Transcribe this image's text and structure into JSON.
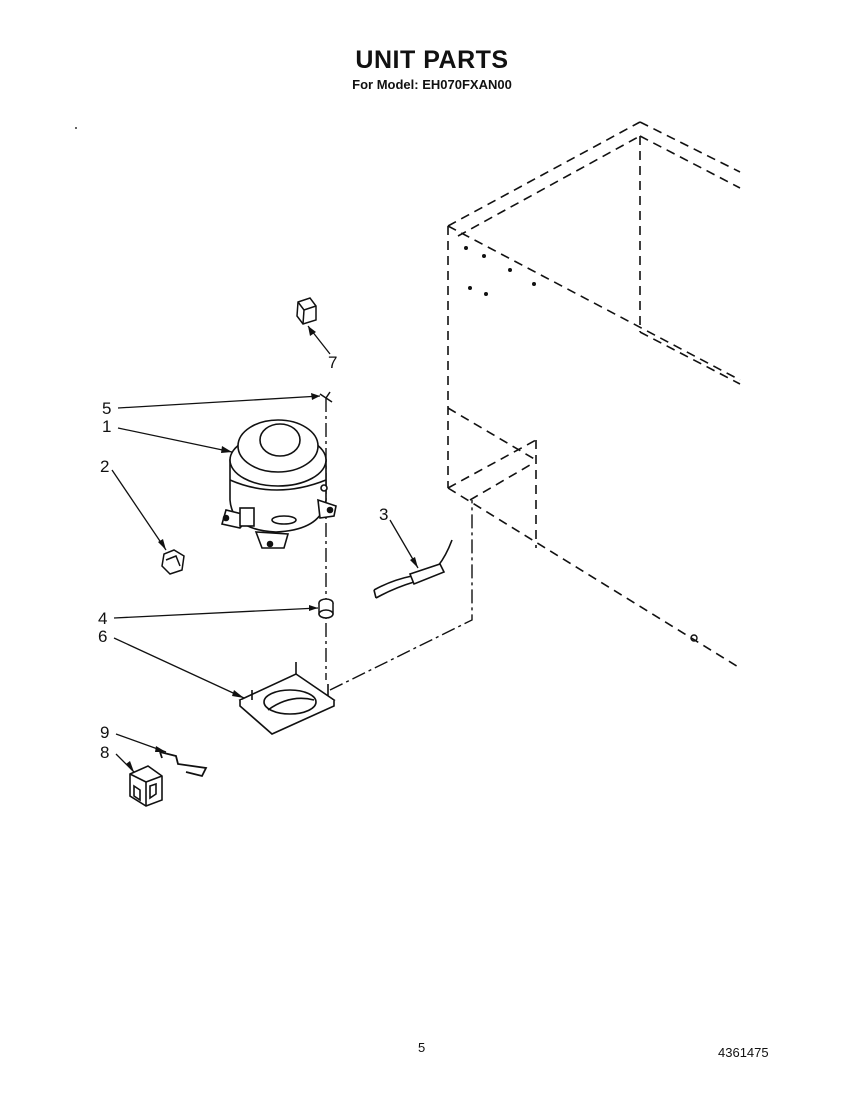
{
  "header": {
    "title": "UNIT PARTS",
    "subtitle": "For Model: EH070FXAN00"
  },
  "callouts": {
    "c1": "1",
    "c2": "2",
    "c3": "3",
    "c4": "4",
    "c5": "5",
    "c6": "6",
    "c7": "7",
    "c8": "8",
    "c9": "9"
  },
  "footer": {
    "page_number": "5",
    "document_number": "4361475"
  }
}
